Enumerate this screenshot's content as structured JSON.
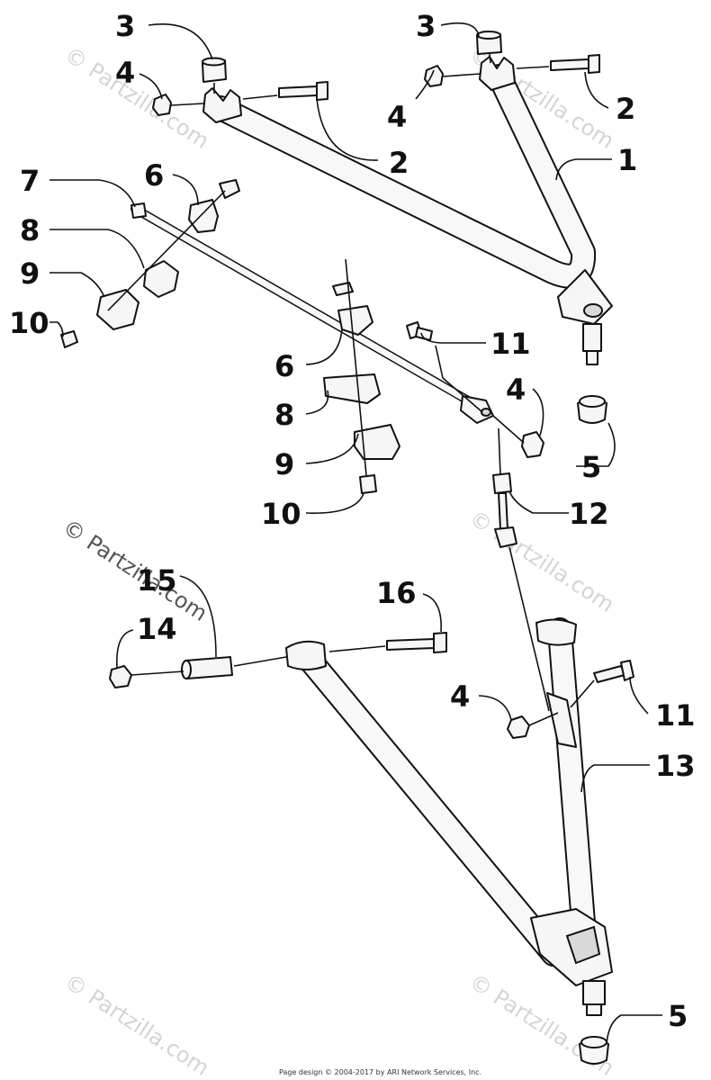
{
  "watermark": {
    "text": "© Partzilla.com"
  },
  "footer": {
    "text": "Page design © 2004-2017 by ARI Network Services, Inc."
  },
  "callouts": {
    "c1": "1",
    "c2a": "2",
    "c2b": "2",
    "c3a": "3",
    "c3b": "3",
    "c4a": "4",
    "c4b": "4",
    "c4c": "4",
    "c4d": "4",
    "c5a": "5",
    "c5b": "5",
    "c6a": "6",
    "c6b": "6",
    "c7": "7",
    "c8a": "8",
    "c8b": "8",
    "c9a": "9",
    "c9b": "9",
    "c10a": "10",
    "c10b": "10",
    "c11a": "11",
    "c11b": "11",
    "c12": "12",
    "c13": "13",
    "c14": "14",
    "c15": "15",
    "c16": "16"
  },
  "colors": {
    "line": "#111111",
    "part_fill": "#f6f6f6",
    "watermark": "#d4d4d4"
  }
}
